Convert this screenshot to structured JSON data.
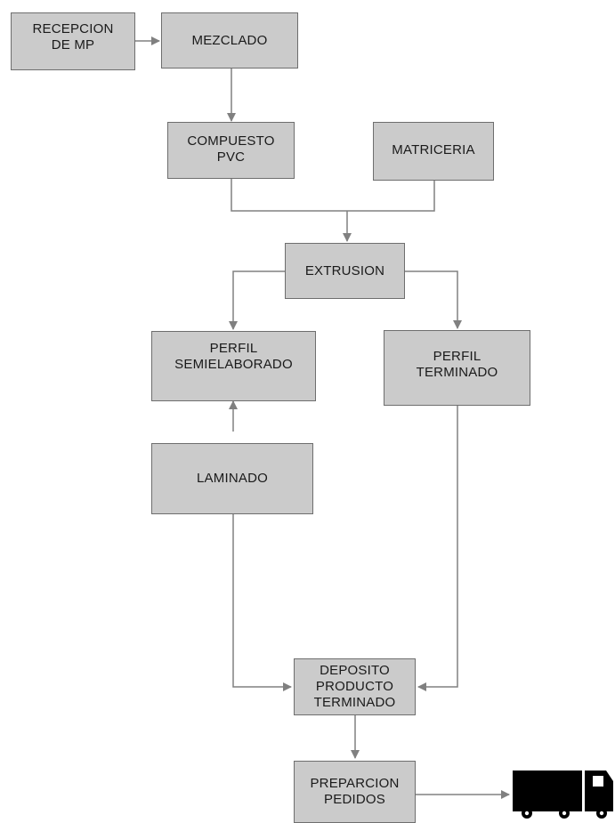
{
  "diagram": {
    "nodes": {
      "recepcion": {
        "line1": "RECEPCION",
        "line2": "DE MP"
      },
      "mezclado": {
        "line1": "MEZCLADO"
      },
      "compuesto": {
        "line1": "COMPUESTO",
        "line2": "PVC"
      },
      "matriceria": {
        "line1": "MATRICERIA"
      },
      "extrusion": {
        "line1": "EXTRUSION"
      },
      "perfil_semi": {
        "line1": "PERFIL",
        "line2": "SEMIELABORADO"
      },
      "perfil_term": {
        "line1": "PERFIL",
        "line2": "TERMINADO"
      },
      "laminado": {
        "line1": "LAMINADO"
      },
      "deposito": {
        "line1": "DEPOSITO",
        "line2": "PRODUCTO",
        "line3": "TERMINADO"
      },
      "preparcion": {
        "line1": "PREPARCION",
        "line2": "PEDIDOS"
      }
    },
    "edges": [
      {
        "from": "RECEPCION DE MP",
        "to": "MEZCLADO"
      },
      {
        "from": "MEZCLADO",
        "to": "COMPUESTO PVC"
      },
      {
        "from": "COMPUESTO PVC",
        "to": "EXTRUSION"
      },
      {
        "from": "MATRICERIA",
        "to": "EXTRUSION"
      },
      {
        "from": "EXTRUSION",
        "to": "PERFIL SEMIELABORADO"
      },
      {
        "from": "EXTRUSION",
        "to": "PERFIL TERMINADO"
      },
      {
        "from": "LAMINADO",
        "to": "PERFIL SEMIELABORADO"
      },
      {
        "from": "LAMINADO",
        "to": "DEPOSITO PRODUCTO TERMINADO"
      },
      {
        "from": "PERFIL TERMINADO",
        "to": "DEPOSITO PRODUCTO TERMINADO"
      },
      {
        "from": "DEPOSITO PRODUCTO TERMINADO",
        "to": "PREPARCION PEDIDOS"
      },
      {
        "from": "PREPARCION PEDIDOS",
        "to": "truck"
      }
    ],
    "icons": {
      "shipping": "truck-icon"
    },
    "colors": {
      "box_fill": "#cbcbcb",
      "box_border": "#6e6e6e",
      "connector": "#808080",
      "truck": "#000000"
    }
  }
}
